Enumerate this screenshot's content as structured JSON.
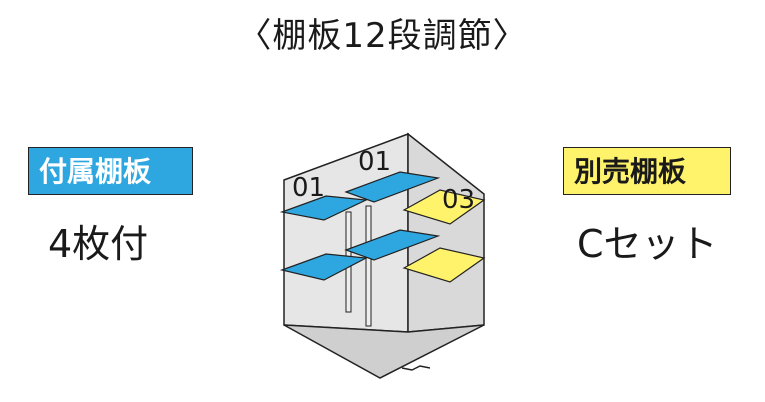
{
  "title": "〈棚板12段調節〉",
  "included": {
    "badge": "付属棚板",
    "count": "4枚付"
  },
  "sold_separately": {
    "badge": "別売棚板",
    "count": "Cセット"
  },
  "shelf_labels": {
    "front": "01",
    "back": "01",
    "side": "03"
  },
  "colors": {
    "included_blue": "#2ea7e0",
    "sold_yellow": "#fff36b",
    "wall_gray": "#d6d6d6",
    "floor_gray": "#c9c9c9"
  }
}
